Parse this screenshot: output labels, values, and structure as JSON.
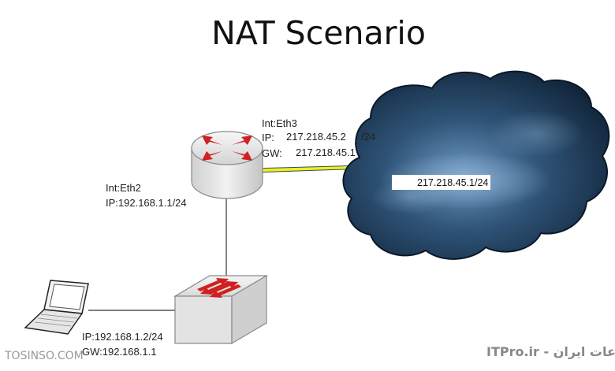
{
  "title": "NAT Scenario",
  "router_eth3": {
    "interface": "Int:Eth3",
    "ip_label": "IP:",
    "ip": "217.218.45.2",
    "mask": "/24",
    "gw_label": "GW:",
    "gw": "217.218.45.1"
  },
  "router_eth2": {
    "interface": "Int:Eth2",
    "ip": "IP:192.168.1.1/24"
  },
  "internet": {
    "ip": "217.218.45.1/24"
  },
  "laptop": {
    "ip": "IP:192.168.1.2/24",
    "gw": "GW:192.168.1.1"
  },
  "watermark": {
    "left": "TOSINSO.COM",
    "right": "وب سایت تخصصی فناوری اطلاعات ایران - ITPro.ir"
  },
  "colors": {
    "cloud_dark": "#0f2236",
    "cloud_light": "#6f9ac0",
    "link_yellow": "#f0ee1a",
    "device_body": "#e8e8e8",
    "arrow_red": "#d0201f"
  }
}
